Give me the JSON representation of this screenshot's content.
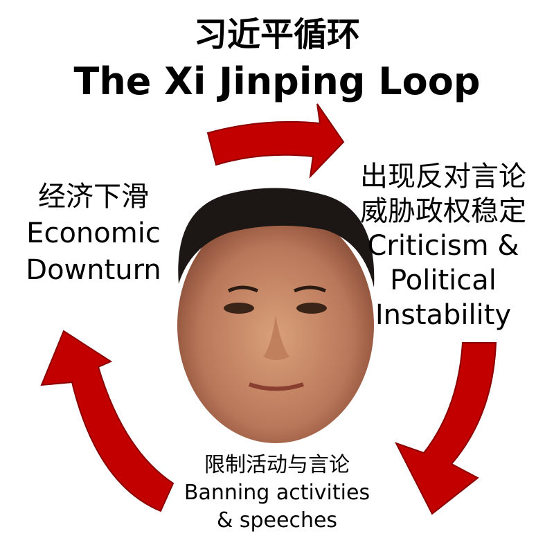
{
  "title": {
    "chinese": "习近平循环",
    "english": "The Xi Jinping Loop"
  },
  "stages": [
    {
      "chinese": "出现反对言论",
      "chinese2": "威胁政权稳定",
      "english": "Criticism &",
      "english2": "Political",
      "english3": "Instability"
    },
    {
      "chinese": "限制活动与言论",
      "english": "Banning activities",
      "english2": "& speeches"
    },
    {
      "chinese": "经济下滑",
      "english": "Economic",
      "english2": "Downturn"
    }
  ],
  "colors": {
    "arrow": "#c20000",
    "text": "#000000",
    "background": "#ffffff"
  },
  "center_image": "portrait-photo"
}
